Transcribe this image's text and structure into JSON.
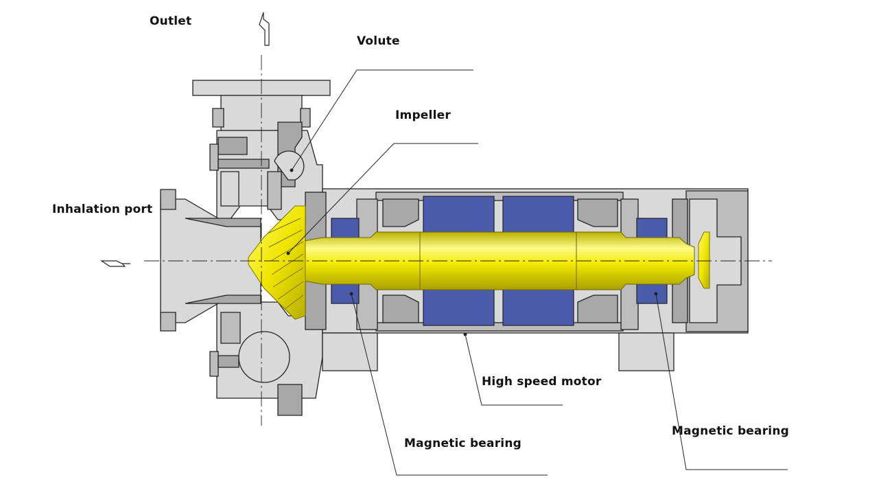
{
  "labels": {
    "outlet": "Outlet",
    "volute": "Volute",
    "impeller": "Impeller",
    "inhalation_port": "Inhalation port",
    "high_speed_motor": "High speed motor",
    "magnetic_bearing_front": "Magnetic bearing",
    "magnetic_bearing_rear": "Magnetic bearing"
  },
  "colors": {
    "casing": "#d9d9d9",
    "casing_dark": "#bdbdbd",
    "section_gray": "#a8a8a8",
    "shaft": "#f2ea00",
    "shaft_highlight": "#fffb8a",
    "shaft_shadow": "#b9b000",
    "bearing": "#4a5bab",
    "outline": "#222222"
  }
}
